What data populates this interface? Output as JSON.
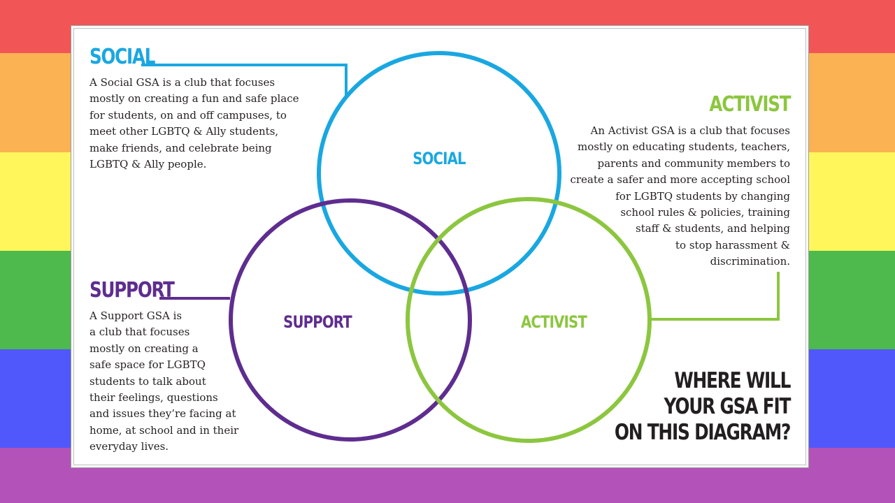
{
  "background": {
    "stripes": [
      "#f25556",
      "#fbb253",
      "#fef65b",
      "#4eb94d",
      "#5058fb",
      "#b353b9"
    ]
  },
  "colors": {
    "social": "#1aa7e1",
    "support": "#5e2d8f",
    "activist": "#8cc63f",
    "text": "#231f20"
  },
  "social": {
    "heading": "SOCIAL",
    "description": "A Social GSA is a club that focuses\nmostly on creating a fun and safe place\nfor students, on and off campuses, to\nmeet other LGBTQ & Ally students,\nmake friends, and celebrate being\nLGBTQ & Ally people.",
    "circle_label": "SOCIAL"
  },
  "activist": {
    "heading": "ACTIVIST",
    "description": "An Activist GSA is a club that focuses\nmostly on educating students, teachers,\nparents and community members to\ncreate a safer and more accepting school\nfor LGBTQ students by changing\nschool rules & policies, training\nstaff & students, and helping\nto stop harassment &\ndiscrimination.",
    "circle_label": "ACTIVIST"
  },
  "support": {
    "heading": "SUPPORT",
    "description": "A Support GSA is\na club that focuses\nmostly on creating a\nsafe space for LGBTQ\nstudents to talk about\ntheir feelings, questions\nand issues they’re facing at\nhome, at school and in their\neveryday lives.",
    "circle_label": "SUPPORT"
  },
  "question": "WHERE WILL\nYOUR GSA FIT\nON THIS DIAGRAM?"
}
